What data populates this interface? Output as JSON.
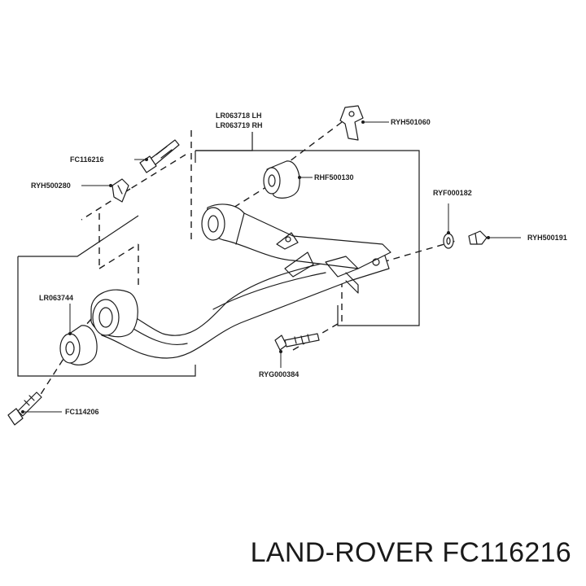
{
  "diagram": {
    "labels": {
      "arm_lh": "LR063718 LH",
      "arm_rh": "LR063719 RH",
      "bracket_top": "RYH501060",
      "bolt_top": "FC116216",
      "bushing_rear": "RHF500130",
      "clip_left": "RYH500280",
      "washer": "RYF000182",
      "nut_right": "RYH500191",
      "bushing_front": "LR063744",
      "bolt_mid": "RYG000384",
      "bolt_bottom": "FC114206"
    }
  },
  "footer": {
    "caption": "LAND-ROVER FC116216"
  }
}
